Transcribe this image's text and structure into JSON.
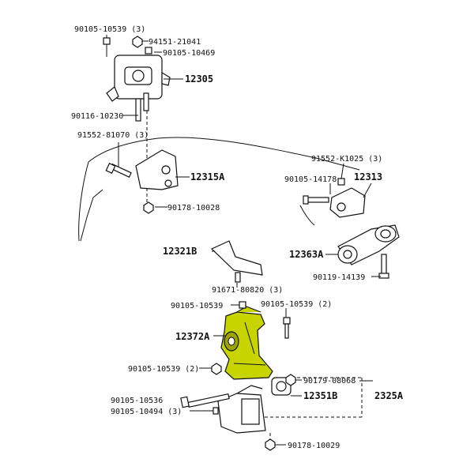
{
  "labels": {
    "top_bolt": "90105-10539 (3)",
    "top_nut": "94151-21041",
    "top_bolt2": "90105-10469",
    "upper_mount": "12305",
    "stud_bolt": "90116-10230",
    "bracket_bolt": "91552-81070 (3)",
    "left_bracket": "12315A",
    "left_nut": "90178-10028",
    "right_bolt": "91552-K1025 (3)",
    "right_bolt2": "90105-14178",
    "right_bracket": "12313",
    "plate": "12321B",
    "torque_rod": "12363A",
    "torque_bolt": "90119-14139",
    "plate_bolt": "91671-80820 (3)",
    "mid_bolt": "90105-10539",
    "mid_bolt2": "90105-10539 (2)",
    "highlight_bracket": "12372A",
    "side_bolt": "90105-10539 (2)",
    "lower_nut": "90179-08068",
    "lower_mount": "12351B",
    "cut_label": "2325A",
    "long_bolt": "90105-10536",
    "lower_bolt": "90105-10494 (3)",
    "bottom_nut": "90178-10029"
  },
  "colors": {
    "highlight": "#c8d400",
    "line": "#111111"
  }
}
